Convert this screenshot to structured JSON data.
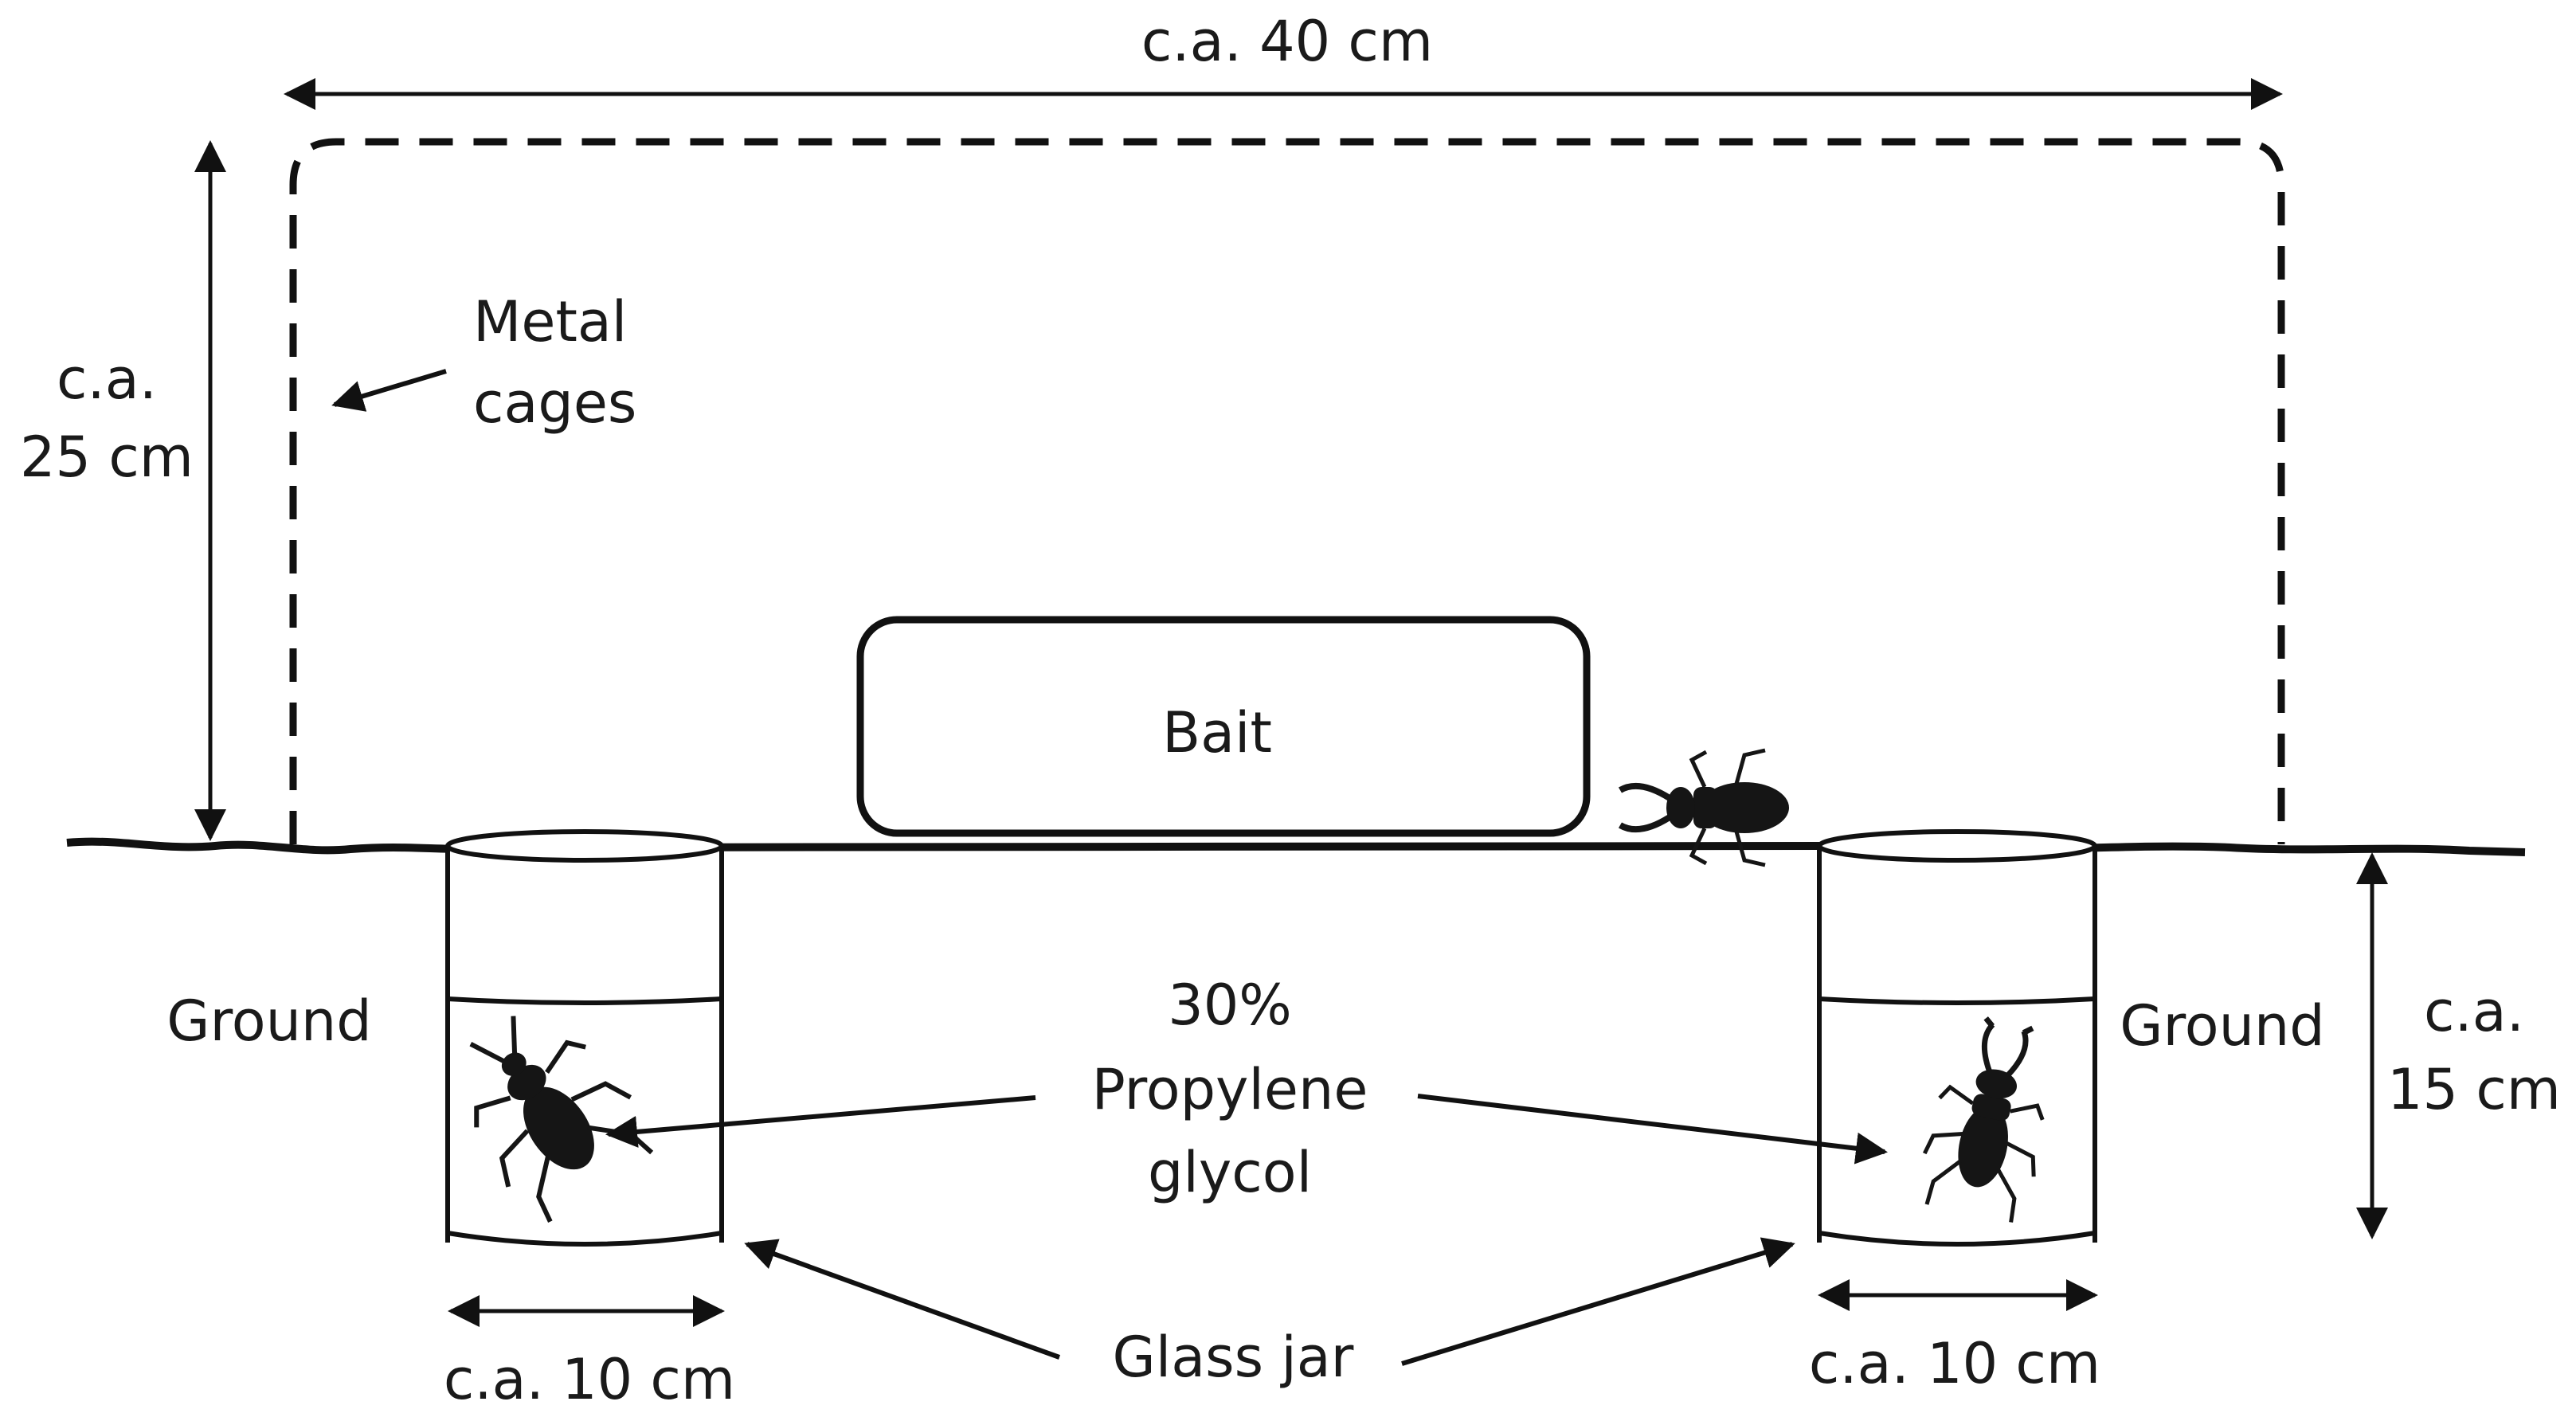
{
  "labels": {
    "width_top": "c.a. 40 cm",
    "height_left_line1": "c.a.",
    "height_left_line2": "25 cm",
    "metal_cages_line1": "Metal",
    "metal_cages_line2": "cages",
    "bait": "Bait",
    "ground_left": "Ground",
    "ground_right": "Ground",
    "depth_right_line1": "c.a.",
    "depth_right_line2": "15 cm",
    "fluid_line1": "30%",
    "fluid_line2": "Propylene",
    "fluid_line3": "glycol",
    "glass_jar": "Glass jar",
    "jar_left_width": "c.a. 10 cm",
    "jar_right_width": "c.a. 10 cm"
  },
  "colors": {
    "stroke": "#111111",
    "beetle": "#151515",
    "background": "#ffffff"
  },
  "icons": [
    "ground-beetle-icon",
    "stag-beetle-icon"
  ]
}
